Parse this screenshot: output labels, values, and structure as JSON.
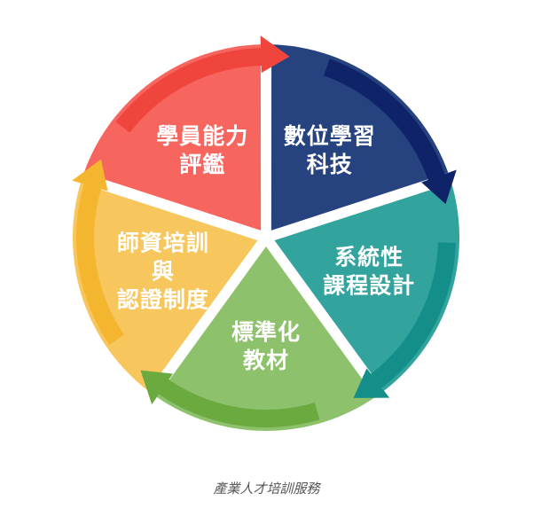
{
  "caption": "產業人才培訓服務",
  "segments": [
    {
      "lines": [
        "數位學習",
        "科技"
      ],
      "color": "#26427f",
      "dark": "#0f2468"
    },
    {
      "lines": [
        "系統性",
        "課程設計"
      ],
      "color": "#33a39e",
      "dark": "#138e89"
    },
    {
      "lines": [
        "標準化",
        "教材"
      ],
      "color": "#8ec16b",
      "dark": "#6aaa3f"
    },
    {
      "lines": [
        "師資培訓",
        "與",
        "認證制度"
      ],
      "color": "#f7c65c",
      "dark": "#f4b52f"
    },
    {
      "lines": [
        "學員能力",
        "評鑑"
      ],
      "color": "#f6665f",
      "dark": "#f0453d"
    }
  ]
}
